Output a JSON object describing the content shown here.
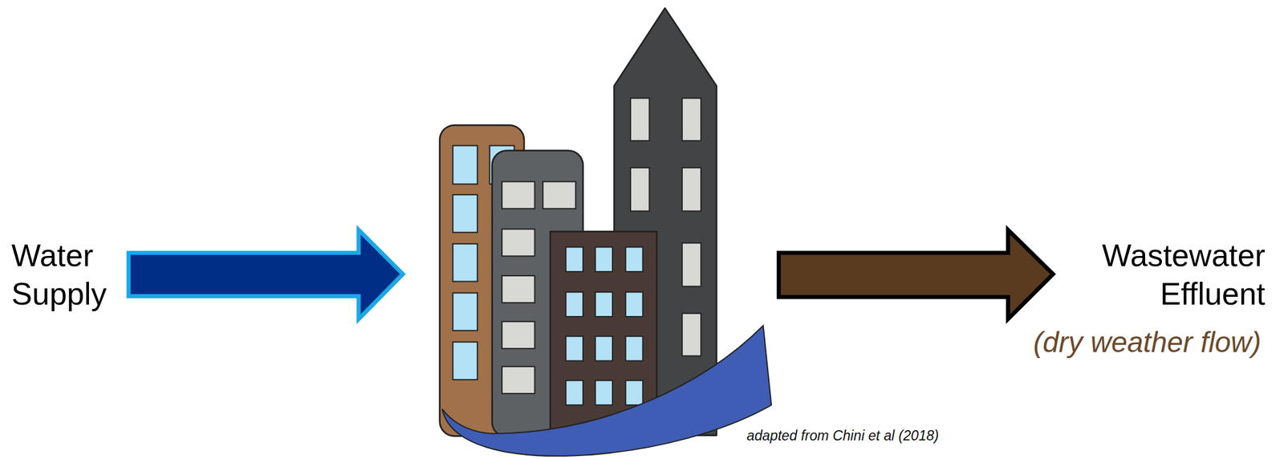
{
  "diagram": {
    "labels": [
      "Water Supply",
      "Wastewater Effluent",
      "(dry weather flow)",
      "adapted from Chini et al (2018)"
    ]
  }
}
